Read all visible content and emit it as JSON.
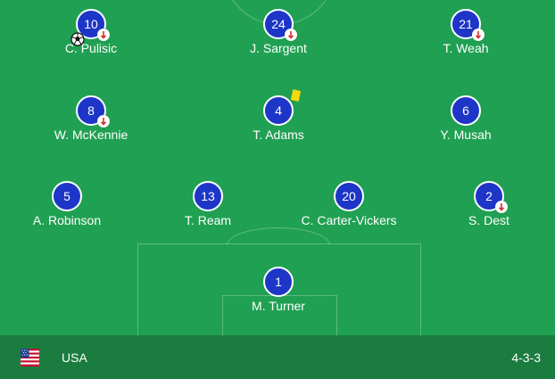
{
  "team": {
    "name": "USA",
    "formation": "4-3-3"
  },
  "players": [
    {
      "number": "10",
      "name": "C. Pulisic",
      "icons": [
        "goal-ball",
        "substitution-out"
      ]
    },
    {
      "number": "24",
      "name": "J. Sargent",
      "icons": [
        "substitution-out"
      ]
    },
    {
      "number": "21",
      "name": "T. Weah",
      "icons": [
        "substitution-out"
      ]
    },
    {
      "number": "8",
      "name": "W. McKennie",
      "icons": [
        "substitution-out"
      ]
    },
    {
      "number": "4",
      "name": "T. Adams",
      "icons": [
        "yellow-card"
      ]
    },
    {
      "number": "6",
      "name": "Y. Musah",
      "icons": []
    },
    {
      "number": "5",
      "name": "A. Robinson",
      "icons": []
    },
    {
      "number": "13",
      "name": "T. Ream",
      "icons": []
    },
    {
      "number": "20",
      "name": "C. Carter-Vickers",
      "icons": []
    },
    {
      "number": "2",
      "name": "S. Dest",
      "icons": [
        "substitution-out"
      ]
    },
    {
      "number": "1",
      "name": "M. Turner",
      "icons": []
    }
  ],
  "colors": {
    "pitch": "#20a052",
    "footer": "#1a7d3f",
    "player_disc": "#1d36c8",
    "yellow_card": "#f5d90e",
    "substitution_arrow": "#d32f2f"
  }
}
